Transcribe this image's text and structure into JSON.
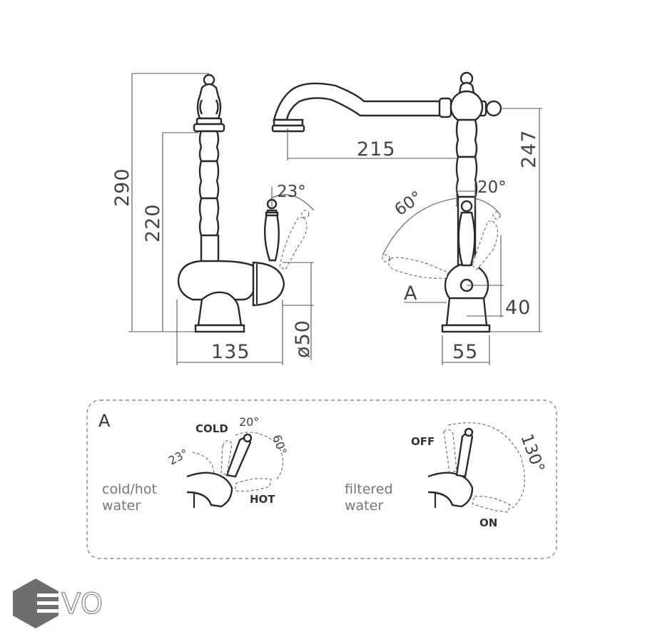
{
  "dimensions": {
    "height_total": "290",
    "height_to_collar": "220",
    "width_base": "135",
    "diameter_base": "ø50",
    "spout_reach": "215",
    "spout_height": "247",
    "lever_height": "40",
    "base_width_front": "55"
  },
  "angles": {
    "side_lever": "23°",
    "front_left": "60°",
    "front_right": "20°"
  },
  "marker": "A",
  "detail": {
    "label": "A",
    "left": {
      "caption_line1": "cold/hot",
      "caption_line2": "water",
      "cold": "COLD",
      "hot": "HOT",
      "angle_20": "20°",
      "angle_23": "23°",
      "angle_60": "60°"
    },
    "right": {
      "caption_line1": "filtered",
      "caption_line2": "water",
      "off": "OFF",
      "on": "ON",
      "angle_130": "130°"
    }
  },
  "logo": {
    "text": "VO",
    "color": "#6e6e6e"
  }
}
